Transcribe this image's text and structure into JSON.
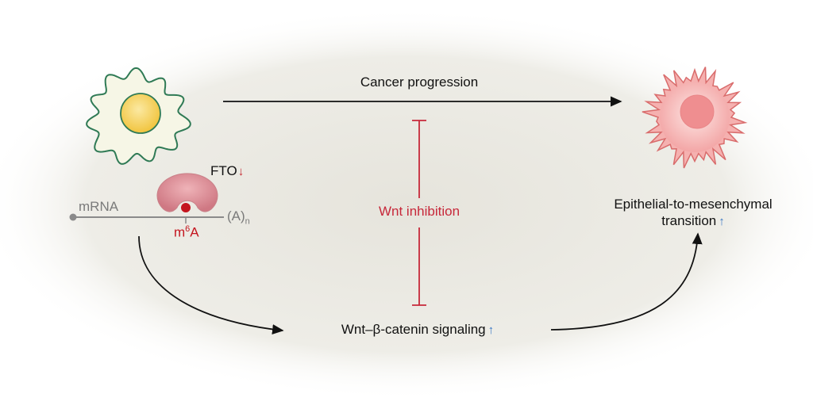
{
  "labels": {
    "cancer_progression": "Cancer progression",
    "fto": "FTO",
    "fto_arrow": "↓",
    "mrna": "mRNA",
    "polya_main": "(A)",
    "polya_sub": "n",
    "m6a_pre": "m",
    "m6a_sup": "6",
    "m6a_post": "A",
    "wnt_inhibition": "Wnt inhibition",
    "emt_line1": "Epithelial-to-mesenchymal",
    "emt_line2": "transition",
    "emt_arrow": "↑",
    "wnt_signaling": "Wnt–β-catenin signaling",
    "wnt_arrow": "↑"
  },
  "colors": {
    "background_oval": "#ecebe4",
    "normal_cell_fill": "#f6f6e6",
    "normal_cell_stroke": "#2f7a55",
    "nucleus_fill": "#f4cf55",
    "cancer_cell_fill": "#f6b2b0",
    "cancer_cell_stroke": "#d96c6c",
    "cancer_nucleus": "#ef8e90",
    "fto_protein": "#d98a92",
    "m6a_dot": "#c4141e",
    "inhibition_red": "#c7283a",
    "arrow_black": "#111111",
    "mrna_gray": "#8a8a8a",
    "up_arrow_blue": "#3a78c4"
  }
}
